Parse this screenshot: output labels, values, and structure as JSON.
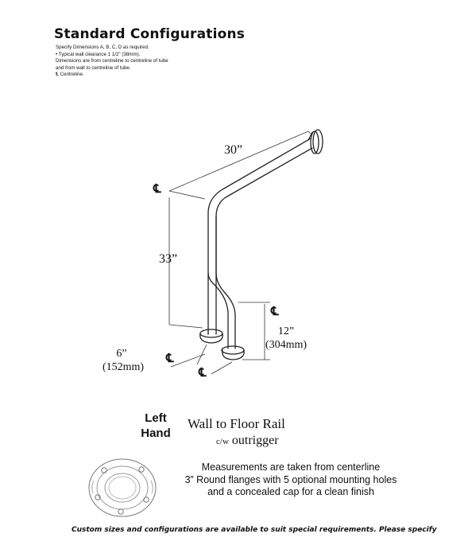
{
  "header": {
    "title": "Standard Configurations",
    "notes": [
      "Specify Dimensions A, B, C, D as required.",
      "• Typical wall clearance  1 1/2\" (38mm).",
      "Dimensions are from centreline to centreline of tube",
      "and from wall to centreline of tube.",
      "℄ Centreline."
    ]
  },
  "drawing": {
    "cl_symbol": "℄",
    "dim_top": "30”",
    "dim_height": "33”",
    "dim_outrigger_in": "12”",
    "dim_outrigger_mm": "(304mm)",
    "dim_offset_in": "6”",
    "dim_offset_mm": "(152mm)"
  },
  "product": {
    "hand_line1": "Left",
    "hand_line2": "Hand",
    "name": "Wall to Floor Rail",
    "cw_prefix": "c/w",
    "cw_suffix": "outrigger"
  },
  "description": [
    "Measurements are taken from centerline",
    "3” Round flanges with 5 optional mounting holes",
    "and a concealed cap for a clean finish"
  ],
  "footer": "Custom sizes and configurations are available to suit special requirements. Please specify"
}
